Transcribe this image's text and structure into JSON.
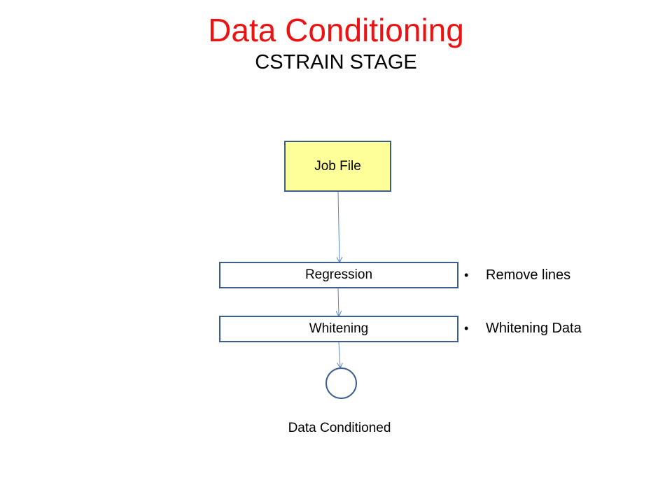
{
  "title": "Data Conditioning",
  "subtitle": "CSTRAIN STAGE",
  "colors": {
    "title": "#ee1111",
    "box_border": "#3b5e8c",
    "job_fill": "#ffff99",
    "arrow": "#5b86c2"
  },
  "flow": {
    "job_file": "Job File",
    "steps": [
      {
        "label": "Regression",
        "note": "Remove lines"
      },
      {
        "label": "Whitening",
        "note": "Whitening Data"
      }
    ],
    "end_label": "Data Conditioned",
    "bullet": "•"
  }
}
